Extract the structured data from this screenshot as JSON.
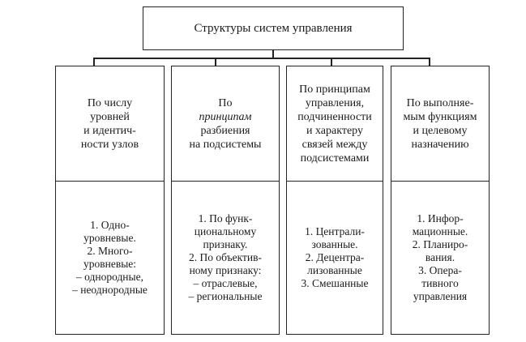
{
  "root": {
    "title": "Структуры систем управления"
  },
  "columns": [
    {
      "head": [
        "По числу",
        "уровней",
        "и идентич-",
        "ности узлов"
      ],
      "body": [
        "1. Одно-",
        "уровневые.",
        "2. Много-",
        "уровневые:",
        "– однородные,",
        "– неоднородные"
      ]
    },
    {
      "head_prefix": "По ",
      "head_italic": "принципам",
      "head": [
        "разбиения",
        "на подсистемы"
      ],
      "body": [
        "1. По функ-",
        "циональному",
        "признаку.",
        "2. По объектив-",
        "ному признаку:",
        "– отраслевые,",
        "– региональные"
      ]
    },
    {
      "head": [
        "По принципам",
        "управления,",
        "подчиненности",
        "и характеру",
        "связей между",
        "подсистемами"
      ],
      "body": [
        "1. Централи-",
        "зованные.",
        "2. Децентра-",
        "лизованные",
        "3. Смешанные"
      ]
    },
    {
      "head": [
        "По выполняе-",
        "мым функциям",
        "и целевому",
        "назначению"
      ],
      "body": [
        "1. Инфор-",
        "мационные.",
        "2. Планиро-",
        "вания.",
        "3. Опера-",
        "тивного",
        "управления"
      ]
    }
  ]
}
